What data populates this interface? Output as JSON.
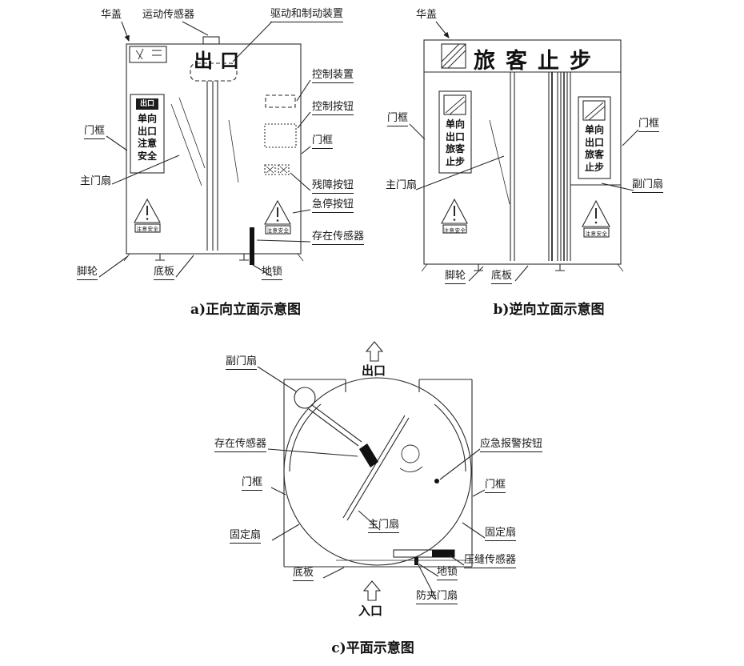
{
  "colors": {
    "ink": "#1a1a1a",
    "background": "#ffffff"
  },
  "diagram_a": {
    "caption": "a)正向立面示意图",
    "labels": {
      "canopy": "华盖",
      "motion_sensor": "运动传感器",
      "drive_brake_device": "驱动和制动装置",
      "exit_big": "出口",
      "control_device": "控制装置",
      "control_buttons": "控制按钮",
      "door_frame_left": "门框",
      "door_frame_right": "门框",
      "main_door_leaf": "主门扇",
      "disabled_button": "残障按钮",
      "emergency_stop_button": "急停按钮",
      "presence_sensor": "存在传感器",
      "caster": "脚轮",
      "base_plate": "底板",
      "ground_lock": "地锁"
    },
    "sign_panel": {
      "header": "出口",
      "body": "单向\n出口\n注意\n安全"
    },
    "warning_sign": "注意安全"
  },
  "diagram_b": {
    "caption": "b)逆向立面示意图",
    "labels": {
      "canopy": "华盖",
      "banner": "旅客止步",
      "door_frame_left": "门框",
      "door_frame_right": "门框",
      "main_door_leaf": "主门扇",
      "secondary_door_leaf": "副门扇",
      "caster": "脚轮",
      "base_plate": "底板"
    },
    "sign_panel_left": "单向\n出口\n旅客\n止步",
    "sign_panel_right": "单向\n出口\n旅客\n止步",
    "warning_sign": "注意安全"
  },
  "diagram_c": {
    "caption": "c)平面示意图",
    "labels": {
      "secondary_door_leaf": "副门扇",
      "exit": "出口",
      "entrance": "入口",
      "presence_sensor": "存在传感器",
      "emergency_alarm_button": "应急报警按钮",
      "door_frame_left": "门框",
      "door_frame_right": "门框",
      "fixed_leaf_left": "固定扇",
      "fixed_leaf_right": "固定扇",
      "main_door_leaf": "主门扇",
      "base_plate": "底板",
      "ground_lock": "地锁",
      "pressure_sensor": "压缝传感器",
      "anti_pinch_leaf": "防夹门扇"
    }
  }
}
